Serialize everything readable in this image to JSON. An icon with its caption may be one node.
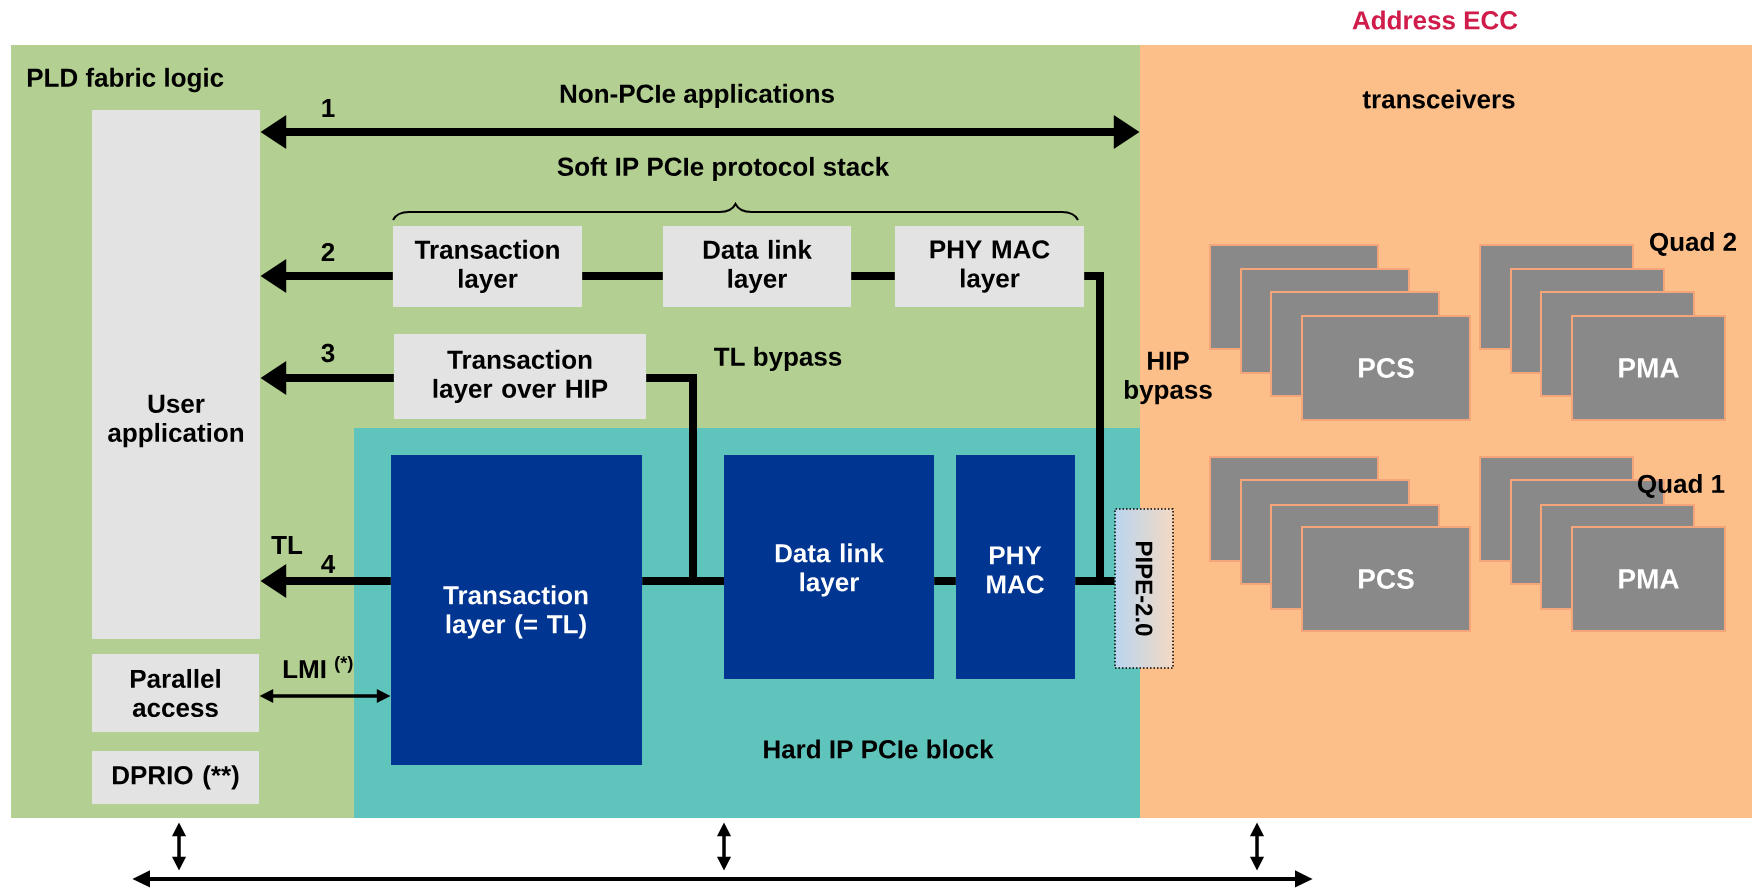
{
  "diagram": {
    "nodes": [
      {
        "text": [
          "PLD fabric logic"
        ]
      },
      {
        "text": [
          "User application"
        ],
        "in": 0
      },
      {
        "text": [
          "Transaction layer"
        ],
        "in": 0
      },
      {
        "text": [
          "Data link layer"
        ],
        "in": 0
      },
      {
        "text": [
          "PHY MAC layer"
        ],
        "in": 0
      },
      {
        "text": [
          "Transaction layer over HIP"
        ],
        "in": 0
      },
      {
        "text": [
          "Hard IP PCIe block"
        ],
        "in": 0
      },
      {
        "text": [
          "Transaction layer (= TL)"
        ],
        "in": 6
      },
      {
        "text": [
          "Data link layer"
        ],
        "in": 6
      },
      {
        "text": [
          "PHY MAC"
        ],
        "in": 6
      },
      {
        "text": [
          "PIPE-2.0"
        ]
      },
      {
        "text": [
          "Parallel access"
        ],
        "in": 0
      },
      {
        "text": [
          "DPRIO (**)"
        ],
        "in": 0
      },
      {
        "text": [
          "transceivers"
        ]
      },
      {
        "text": [],
        "shape": "box",
        "in": 13
      },
      {
        "text": [],
        "shape": "box",
        "in": 13
      },
      {
        "text": [],
        "shape": "box",
        "in": 13
      },
      {
        "text": [
          "PCS"
        ],
        "in": 13
      },
      {
        "text": [],
        "shape": "box",
        "in": 13
      },
      {
        "text": [],
        "shape": "box",
        "in": 13
      },
      {
        "text": [],
        "shape": "box",
        "in": 13
      },
      {
        "text": [
          "PMA"
        ],
        "in": 13
      },
      {
        "text": [],
        "shape": "box",
        "in": 13
      },
      {
        "text": [],
        "shape": "box",
        "in": 13
      },
      {
        "text": [],
        "shape": "box",
        "in": 13
      },
      {
        "text": [
          "PCS"
        ],
        "in": 13
      },
      {
        "text": [],
        "shape": "box",
        "in": 13
      },
      {
        "text": [],
        "shape": "box",
        "in": 13
      },
      {
        "text": [],
        "shape": "box",
        "in": 13
      },
      {
        "text": [
          "PMA"
        ],
        "in": 13
      },
      {
        "text": [],
        "shape": "bar"
      }
    ],
    "edges": [
      {
        "from": 1,
        "to": 13,
        "arrow": "both",
        "label": "Non-PCIe applications"
      },
      {
        "from": 2,
        "to": 1,
        "arrow": "to"
      },
      {
        "from": 2,
        "to": 3,
        "arrow": "none"
      },
      {
        "from": 3,
        "to": 4,
        "arrow": "none"
      },
      {
        "from": 4,
        "to": 10,
        "arrow": "none",
        "label": "HIP bypass"
      },
      {
        "from": 5,
        "to": 1,
        "arrow": "to"
      },
      {
        "from": 5,
        "to": 8,
        "arrow": "none",
        "label": "TL bypass"
      },
      {
        "from": 7,
        "to": 1,
        "arrow": "to",
        "label": "TL"
      },
      {
        "from": 7,
        "to": 8,
        "arrow": "none"
      },
      {
        "from": 8,
        "to": 9,
        "arrow": "none"
      },
      {
        "from": 9,
        "to": 10,
        "arrow": "none"
      },
      {
        "from": 11,
        "to": 7,
        "arrow": "both",
        "label": "LMI $^{(*)}$"
      },
      {
        "from": 0,
        "to": 30,
        "arrow": "both"
      },
      {
        "from": 6,
        "to": 30,
        "arrow": "both"
      },
      {
        "from": 13,
        "to": 30,
        "arrow": "both"
      }
    ],
    "labels": [
      "Address ECC",
      "1",
      "Soft IP PCIe protocol stack",
      "2",
      "3",
      "4",
      "Quad 2",
      "Quad 1"
    ]
  }
}
